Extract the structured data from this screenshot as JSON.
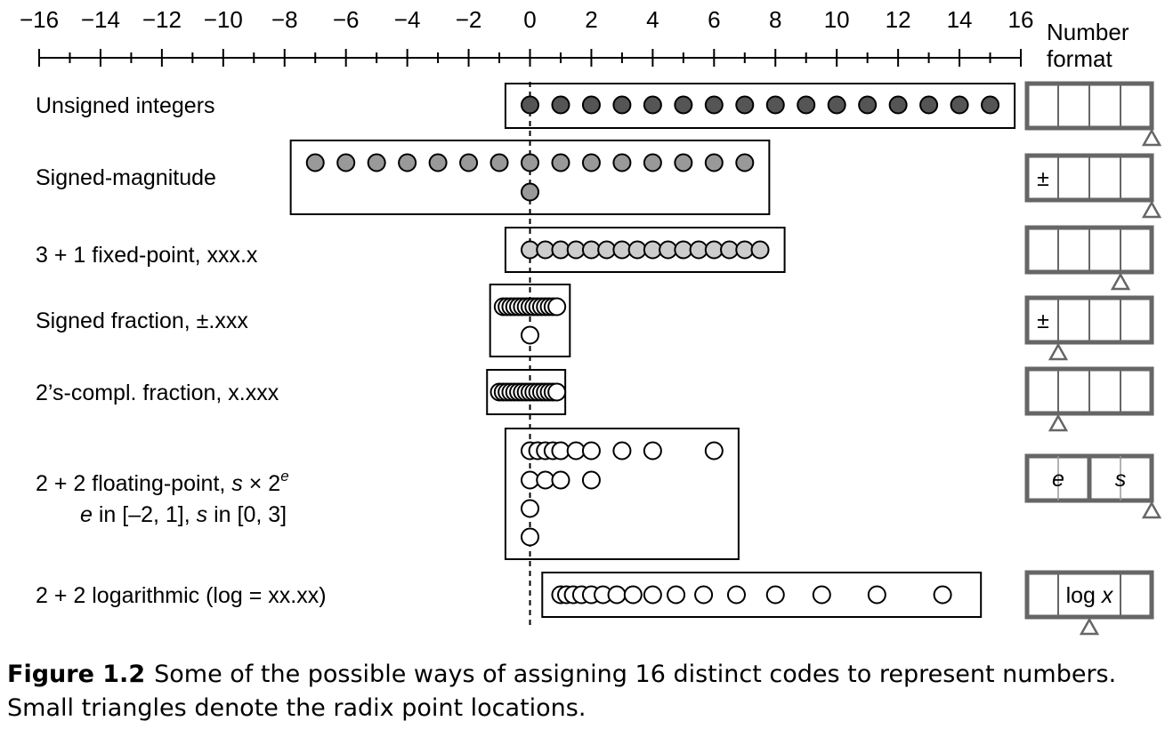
{
  "axis": {
    "ticks": [
      "−16",
      "−14",
      "−12",
      "−10",
      "−8",
      "−6",
      "−4",
      "−2",
      "0",
      "2",
      "4",
      "6",
      "8",
      "10",
      "12",
      "14",
      "16"
    ],
    "min": -16,
    "max": 16,
    "minor_step": 1,
    "major_step": 2
  },
  "format_heading": [
    "Number",
    "format"
  ],
  "rows": [
    {
      "id": "unsigned-integers",
      "label_lines": [
        [
          {
            "t": "Unsigned integers"
          }
        ]
      ],
      "box_range": [
        -0.8,
        15.8
      ],
      "dot_style": "dark",
      "value_rows": [
        [
          0,
          1,
          2,
          3,
          4,
          5,
          6,
          7,
          8,
          9,
          10,
          11,
          12,
          13,
          14,
          15
        ]
      ],
      "format": {
        "cells": 4,
        "cell_texts": [
          "",
          "",
          "",
          ""
        ],
        "radix_after_cell": 4
      }
    },
    {
      "id": "signed-magnitude",
      "label_lines": [
        [
          {
            "t": "Signed-magnitude"
          }
        ]
      ],
      "box_range": [
        -7.8,
        7.8
      ],
      "dot_style": "medium",
      "value_rows": [
        [
          -7,
          -6,
          -5,
          -4,
          -3,
          -2,
          -1,
          0,
          1,
          2,
          3,
          4,
          5,
          6,
          7
        ],
        [
          0
        ]
      ],
      "format": {
        "cells": 4,
        "cell_texts": [
          "±",
          "",
          "",
          ""
        ],
        "radix_after_cell": 4
      }
    },
    {
      "id": "fixed-point",
      "label_lines": [
        [
          {
            "t": "3 + 1 fixed-point, xxx.x"
          }
        ]
      ],
      "box_range": [
        -0.8,
        8.3
      ],
      "dot_style": "light",
      "value_rows": [
        [
          0,
          0.5,
          1,
          1.5,
          2,
          2.5,
          3,
          3.5,
          4,
          4.5,
          5,
          5.5,
          6,
          6.5,
          7,
          7.5
        ]
      ],
      "format": {
        "cells": 4,
        "cell_texts": [
          "",
          "",
          "",
          ""
        ],
        "radix_after_cell": 3
      }
    },
    {
      "id": "signed-fraction",
      "label_lines": [
        [
          {
            "t": "Signed fraction, ±.xxx"
          }
        ]
      ],
      "box_range": [
        -1.3,
        1.3
      ],
      "dot_style": "open",
      "value_rows": [
        [
          -0.875,
          -0.75,
          -0.625,
          -0.5,
          -0.375,
          -0.25,
          -0.125,
          0,
          0.125,
          0.25,
          0.375,
          0.5,
          0.625,
          0.75,
          0.875
        ],
        [
          0
        ]
      ],
      "format": {
        "cells": 4,
        "cell_texts": [
          "±",
          "",
          "",
          ""
        ],
        "radix_after_cell": 1
      }
    },
    {
      "id": "twos-complement-fraction",
      "label_lines": [
        [
          {
            "t": "2’s-compl. fraction, x.xxx"
          }
        ]
      ],
      "box_range": [
        -1.4,
        1.15
      ],
      "dot_style": "open",
      "value_rows": [
        [
          -1,
          -0.875,
          -0.75,
          -0.625,
          -0.5,
          -0.375,
          -0.25,
          -0.125,
          0,
          0.125,
          0.25,
          0.375,
          0.5,
          0.625,
          0.75,
          0.875
        ]
      ],
      "format": {
        "cells": 4,
        "cell_texts": [
          "",
          "",
          "",
          ""
        ],
        "radix_after_cell": 1
      }
    },
    {
      "id": "floating-point",
      "label_lines": [
        [
          {
            "t": "2 + 2 floating-point, "
          },
          {
            "t": "s",
            "i": true
          },
          {
            "t": " × 2"
          },
          {
            "t": "e",
            "i": true,
            "sup": true
          }
        ],
        [
          {
            "t": "e",
            "i": true
          },
          {
            "t": " in [–2, 1], "
          },
          {
            "t": "s",
            "i": true
          },
          {
            "t": " in [0, 3]"
          }
        ]
      ],
      "box_range": [
        -0.8,
        6.8
      ],
      "dot_style": "open",
      "value_rows": [
        [
          0,
          0.25,
          0.5,
          0.75,
          1,
          1.5,
          2,
          3,
          4,
          6
        ],
        [
          0,
          0.5,
          1,
          2
        ],
        [
          0
        ],
        [
          0
        ]
      ],
      "format": {
        "cells": 2,
        "cell_texts": [
          "e",
          "s"
        ],
        "cell_italic": true,
        "radix_after_cell": 2
      }
    },
    {
      "id": "logarithmic",
      "label_lines": [
        [
          {
            "t": "2 + 2 logarithmic (log = xx.xx)"
          }
        ]
      ],
      "box_range": [
        0.4,
        14.7
      ],
      "dot_style": "open",
      "value_rows": [
        [
          1,
          1.19,
          1.41,
          1.68,
          2,
          2.38,
          2.83,
          3.36,
          4,
          4.76,
          5.66,
          6.73,
          8,
          9.51,
          11.31,
          13.45
        ]
      ],
      "format": {
        "cells": 1,
        "cell_texts": [
          "log x"
        ],
        "radix_after_cell": 0.5
      }
    }
  ],
  "caption": {
    "label": "Figure 1.2",
    "text": "Some of the possible ways of assigning 16 distinct codes to represent numbers. Small triangles denote the radix point locations."
  }
}
